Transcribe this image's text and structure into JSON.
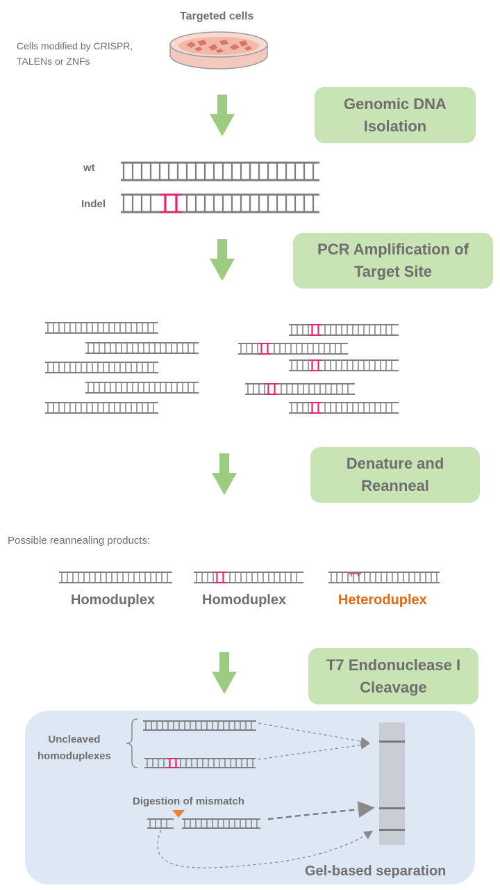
{
  "colors": {
    "dna": "#7f7f7f",
    "indel": "#e0286f",
    "arrow": "#9ccc82",
    "box": "#c8e3b4",
    "text": "#6f6f6f",
    "heteroduplex": "#e06a14",
    "gel_panel": "#dde8f4",
    "gel_lane": "#c9ced6",
    "cut_marker": "#f07f30"
  },
  "top": {
    "targeted_cells": "Targeted cells",
    "cells_modified_line1": "Cells modified by CRISPR,",
    "cells_modified_line2": "TALENs or ZNFs"
  },
  "steps": [
    {
      "line1": "Genomic DNA",
      "line2": "Isolation"
    },
    {
      "line1": "PCR Amplification of",
      "line2": "Target Site"
    },
    {
      "line1": "Denature and",
      "line2": "Reanneal"
    },
    {
      "line1": "T7 Endonuclease I",
      "line2": "Cleavage"
    }
  ],
  "strands": {
    "wt": "wt",
    "indel": "Indel"
  },
  "reanneal": {
    "possible_products": "Possible reannealing products:",
    "homoduplex_1": "Homoduplex",
    "homoduplex_2": "Homoduplex",
    "heteroduplex": "Heteroduplex"
  },
  "gel": {
    "uncleaved_line1": "Uncleaved",
    "uncleaved_line2": "homoduplexes",
    "digestion": "Digestion of mismatch",
    "separation": "Gel-based separation"
  }
}
